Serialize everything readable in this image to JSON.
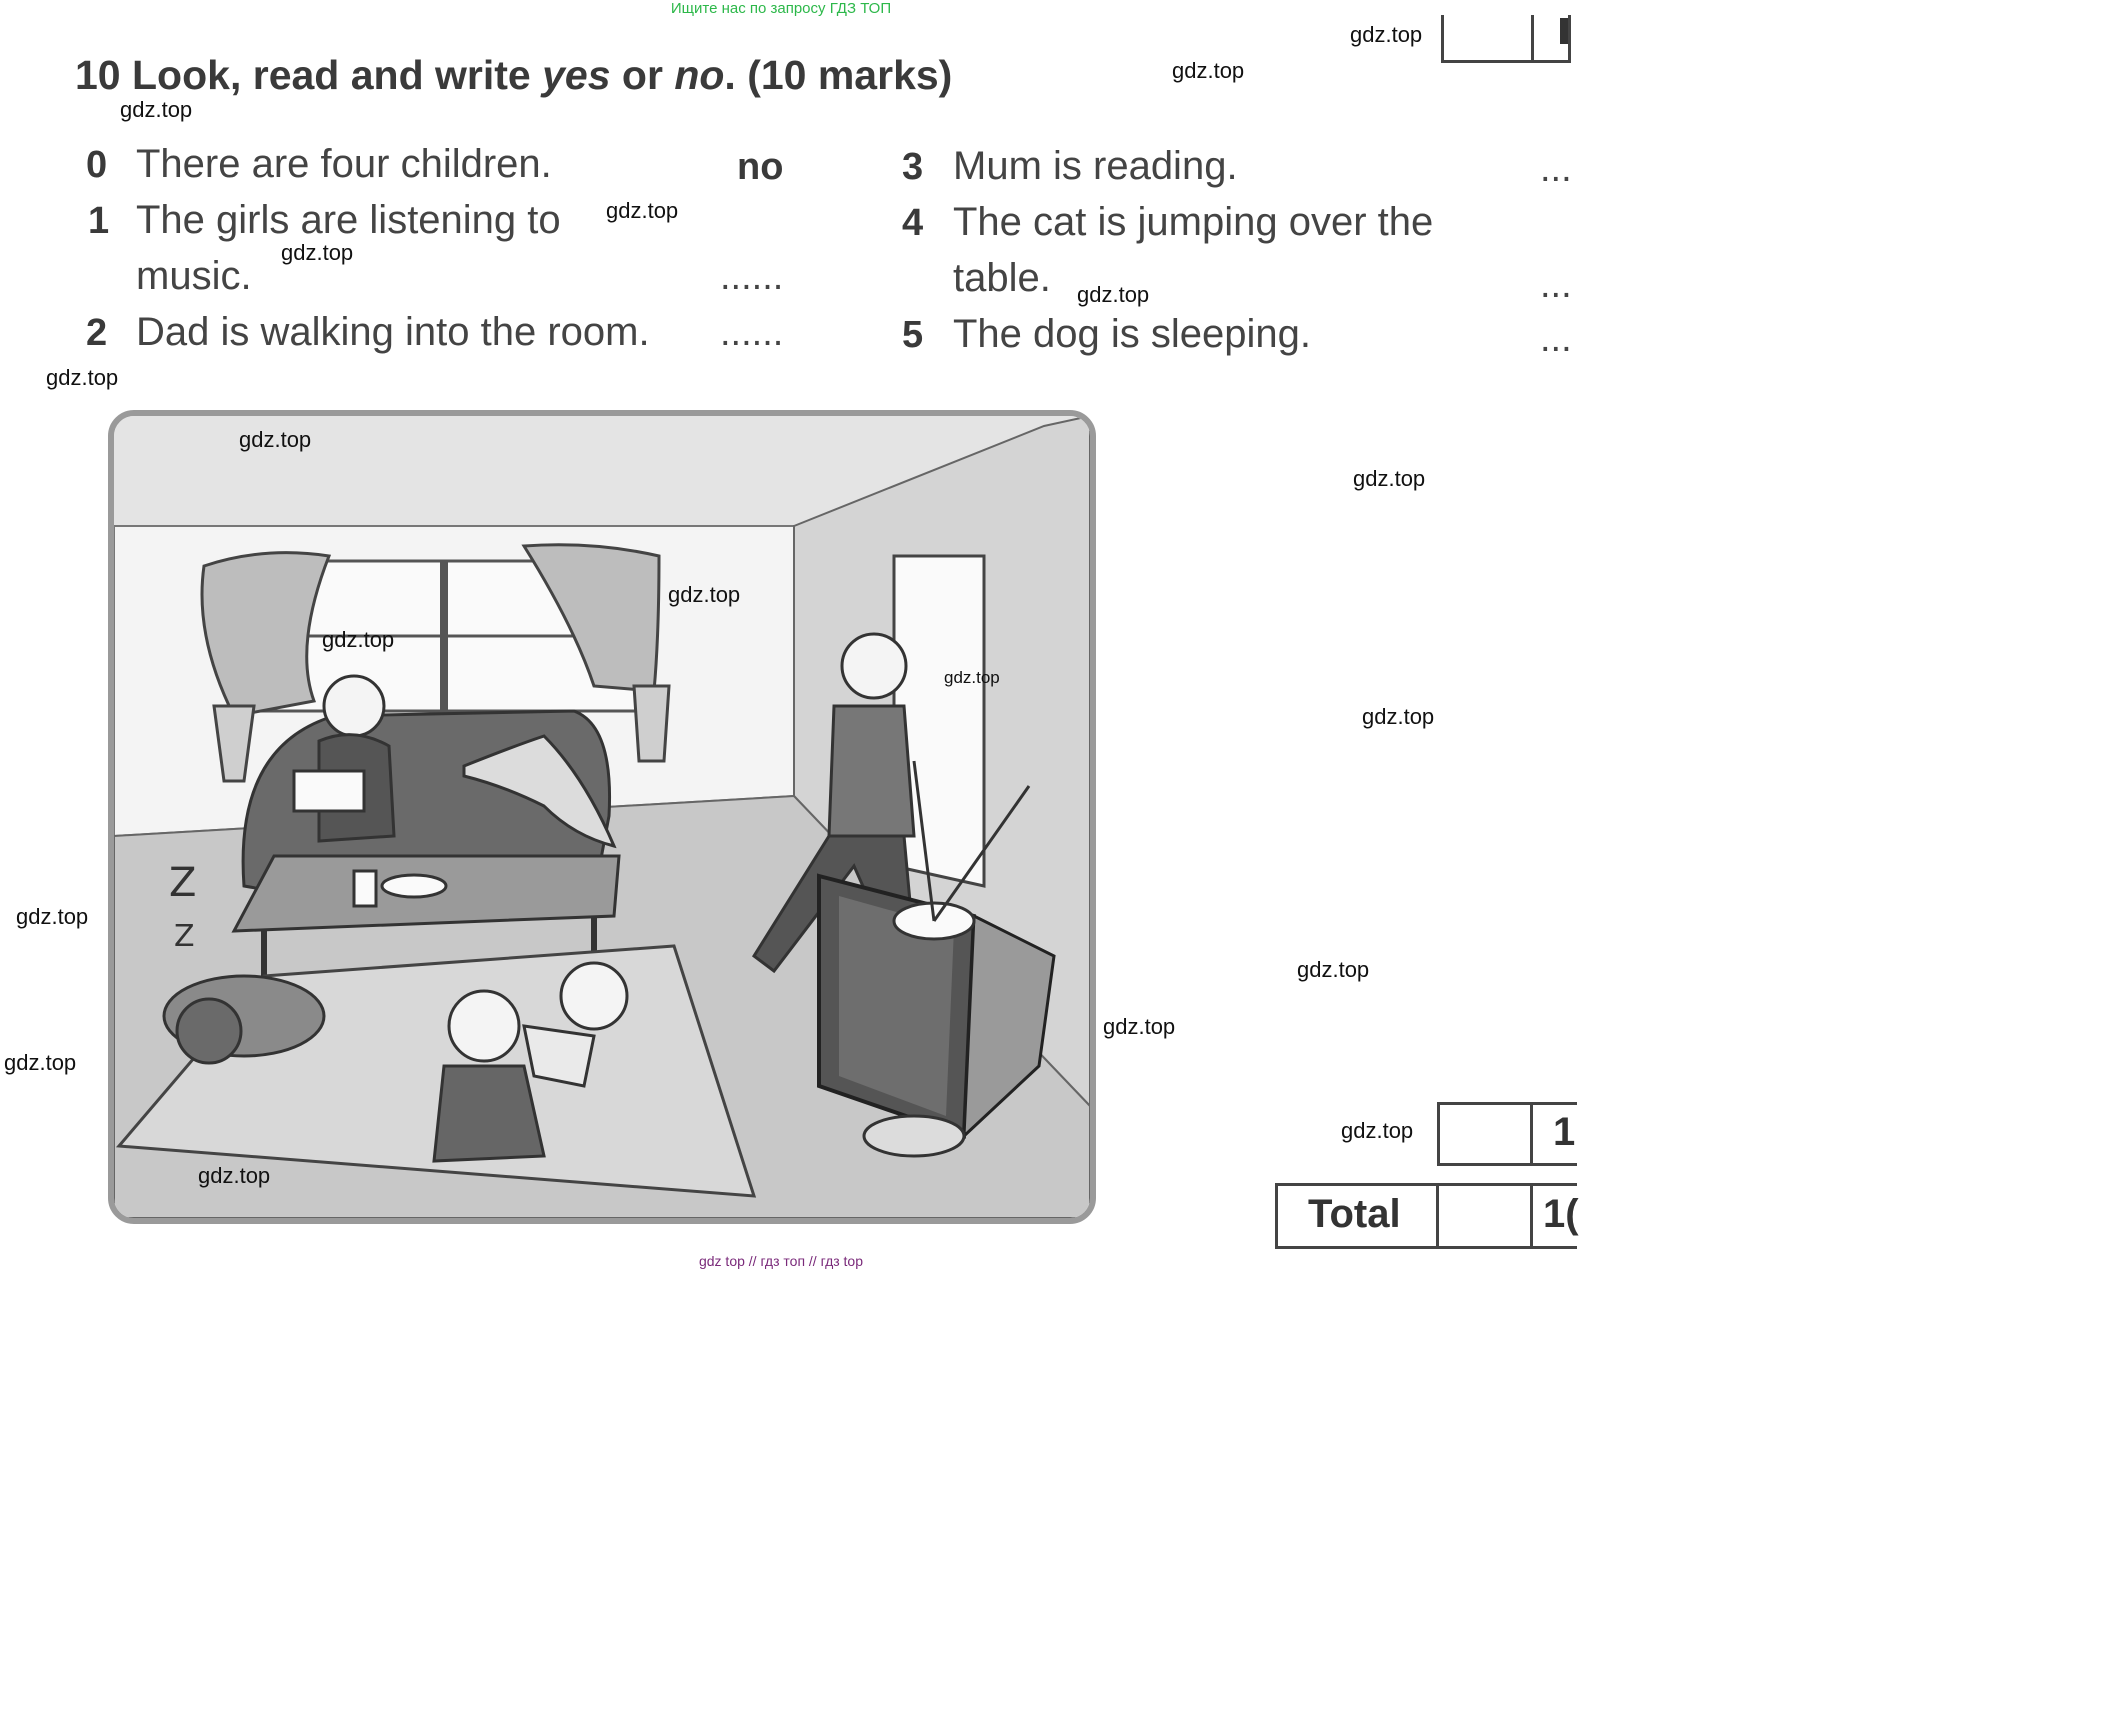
{
  "banner": "Ищите нас по запросу ГДЗ ТОП",
  "footer": "gdz top  //  гдз топ  //  гдз top",
  "watermark": "gdz.top",
  "exercise": {
    "number": "10",
    "title_start": "Look, read and write ",
    "yes": "yes",
    "or": " or ",
    "no": "no",
    "title_end": ". (10 marks)"
  },
  "questions": [
    {
      "num": "0",
      "text": "There are four children.",
      "answer": "no"
    },
    {
      "num": "1",
      "text_line1": "The girls are listening to",
      "text_line2": "music.",
      "answer": "......"
    },
    {
      "num": "2",
      "text": "Dad is walking into the room.",
      "answer": "......"
    },
    {
      "num": "3",
      "text": "Mum is reading.",
      "answer": "..."
    },
    {
      "num": "4",
      "text_line1": "The cat is jumping over the",
      "text_line2": "table.",
      "answer": "..."
    },
    {
      "num": "5",
      "text": "The dog is sleeping.",
      "answer": "..."
    }
  ],
  "scorebox": {
    "score_partial": "1",
    "total_label": "Total",
    "total_partial": "1("
  }
}
